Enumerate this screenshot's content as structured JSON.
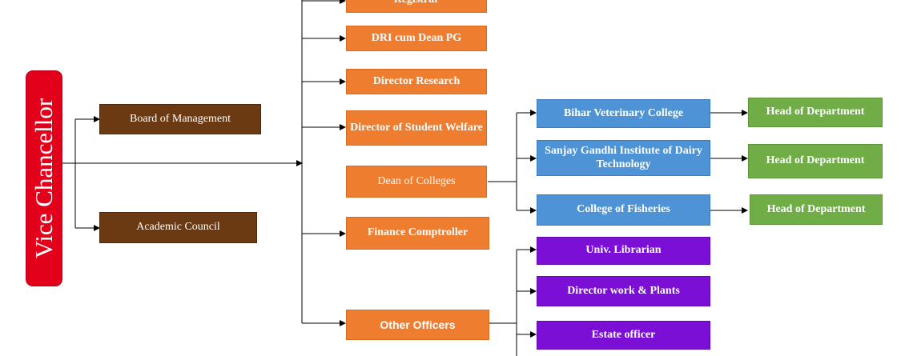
{
  "root": {
    "label": "Vice Chancellor"
  },
  "bodies": [
    {
      "label": "Board of Management"
    },
    {
      "label": "Academic Council"
    }
  ],
  "officers": [
    {
      "label": "Registrar"
    },
    {
      "label": "DRI cum Dean PG"
    },
    {
      "label": "Director Research"
    },
    {
      "label": "Director of Student Welfare"
    },
    {
      "label": "Dean of Colleges"
    },
    {
      "label": "Finance Comptroller"
    },
    {
      "label": "Other Officers"
    }
  ],
  "colleges": [
    {
      "label": "Bihar Veterinary College",
      "head": "Head of Department"
    },
    {
      "label": "Sanjay Gandhi Institute of Dairy Technology",
      "head": "Head of Department"
    },
    {
      "label": "College of Fisheries",
      "head": "Head of Department"
    }
  ],
  "other_officers": [
    {
      "label": "Univ. Librarian"
    },
    {
      "label": "Director work & Plants"
    },
    {
      "label": "Estate officer"
    }
  ],
  "colors": {
    "vice_chancellor": "#e3001b",
    "councils": "#6b3a12",
    "officers": "#ef7d2f",
    "colleges": "#4d93d5",
    "heads": "#70ad47",
    "other_officers": "#7b0fd6"
  }
}
